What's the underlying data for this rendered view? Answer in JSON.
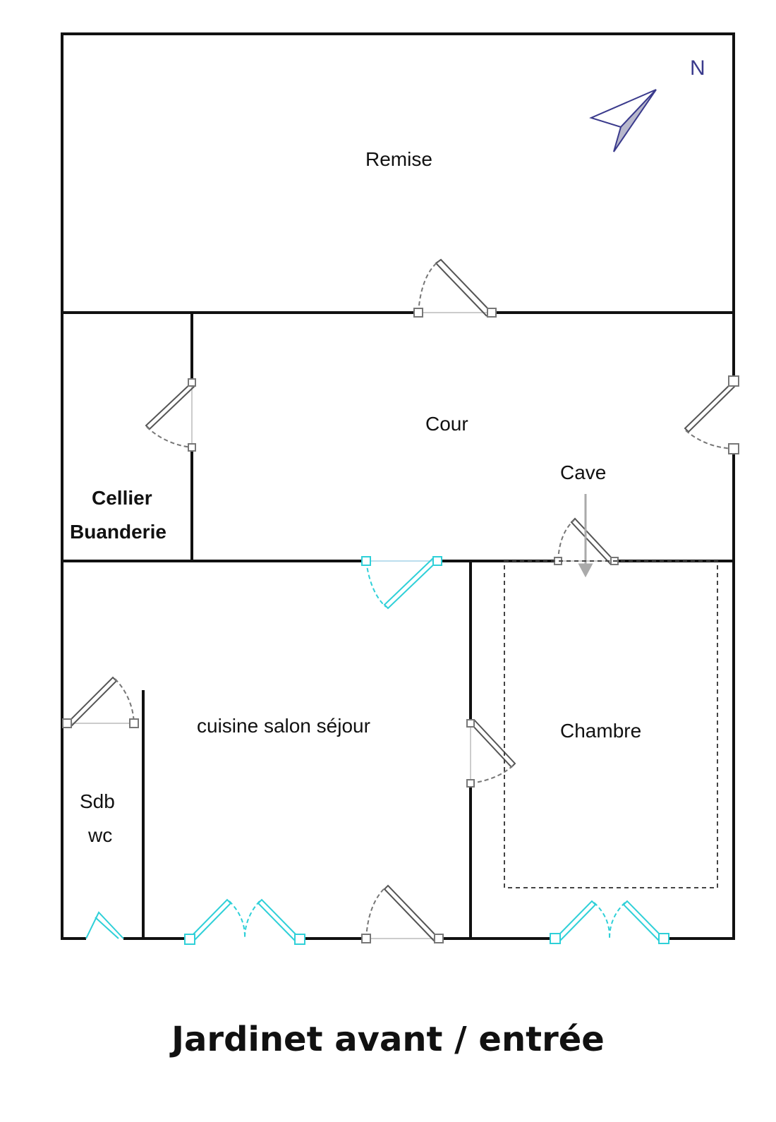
{
  "rooms": {
    "remise": "Remise",
    "cour": "Cour",
    "cave": "Cave",
    "cellier": "Cellier",
    "buanderie": "Buanderie",
    "cuisine": "cuisine salon séjour",
    "chambre": "Chambre",
    "sdb": "Sdb",
    "wc": "wc"
  },
  "compass": {
    "label": "N"
  },
  "footer": {
    "title": "Jardinet avant / entrée"
  },
  "colors": {
    "wall": "#111111",
    "door": "#888888",
    "window": "#2fd0d8",
    "compass": "#3a3a8c"
  }
}
